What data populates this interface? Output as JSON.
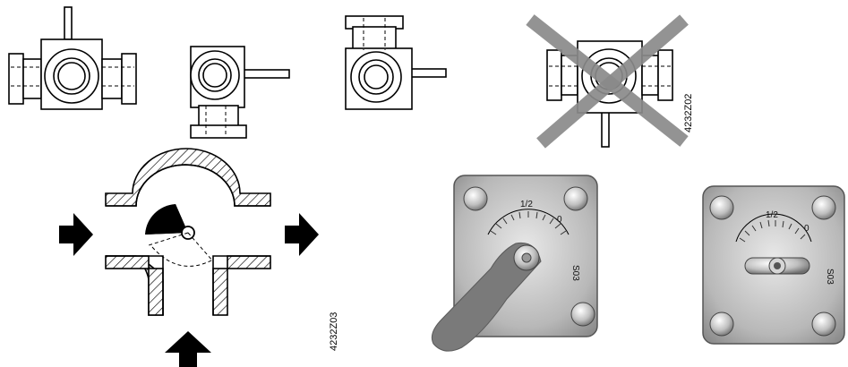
{
  "figure_codes": {
    "top": "4232Z02",
    "bottom": "4232Z03"
  },
  "photos": {
    "left": {
      "scale_half": "1/2",
      "scale_zero": "0",
      "side_label": "S03"
    },
    "right": {
      "scale_half": "1/2",
      "scale_zero": "0",
      "side_label": "S03"
    }
  },
  "colors": {
    "line": "#000000",
    "cross": "#8a8a8a",
    "plate": "#bdbdbd",
    "handle": "#7a7a7a"
  },
  "icons": [
    "flow-arrow-right",
    "flow-arrow-up",
    "valve-icon",
    "cross-icon",
    "bolt-icon"
  ]
}
